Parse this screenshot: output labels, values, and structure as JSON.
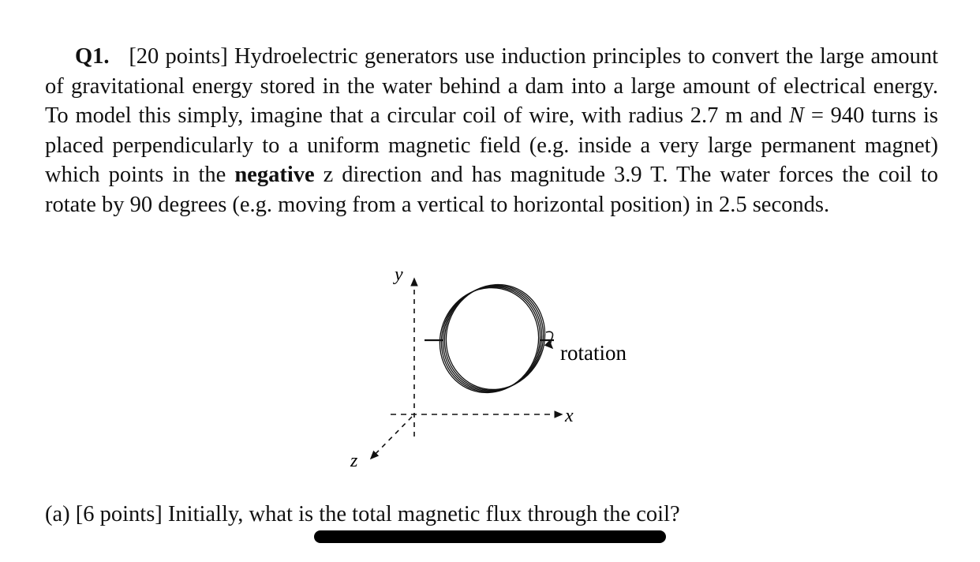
{
  "question": {
    "number": "Q1.",
    "points": "[20 points]",
    "text_1": "Hydroelectric generators use induction principles to convert the large amount of gravitational energy stored in the water behind a dam into a large amount of elec­trical energy. To model this simply, imagine that a circular coil of wire, with radius 2.7 m and ",
    "n_symbol": "N",
    "text_2": " = 940 turns is placed perpendicularly to a uniform magnetic field (e.g. inside a very large permanent magnet) which points in the ",
    "emphasis": "negative",
    "text_3": " z direction and has magnitude 3.9 T. The wa­ter forces the coil to rotate by 90 degrees (e.g. moving from a vertical to horizontal position) in 2.5 seconds."
  },
  "figure": {
    "y_label": "y",
    "x_label": "x",
    "z_label": "z",
    "rotation_label": "rotation"
  },
  "part_a": {
    "text": "(a) [6 points] Initially, what is the total magnetic flux through the coil?"
  }
}
